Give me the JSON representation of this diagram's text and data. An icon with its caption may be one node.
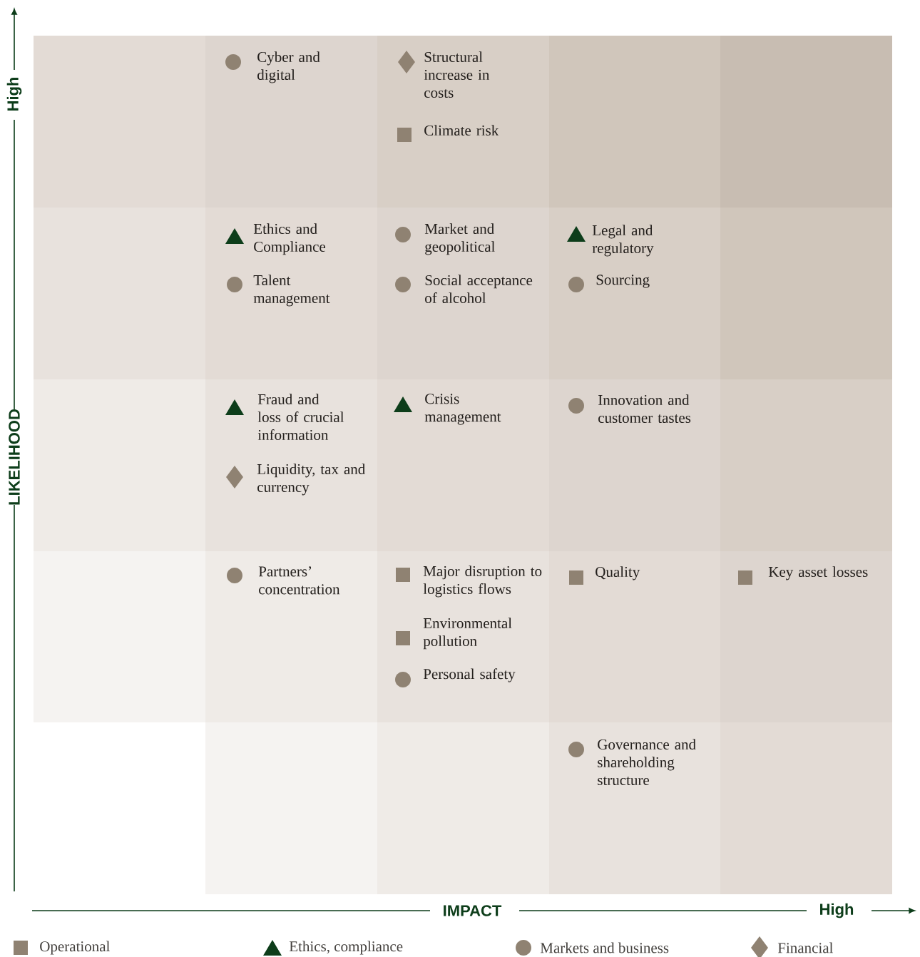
{
  "diagram": {
    "labels": [
      "High",
      "Cyber and digital",
      "Structural increase in costs",
      "Climate risk",
      "Ethics and Compliance",
      "Market and geopolitical",
      "Legal and regulatory",
      "Talent management",
      "Social acceptance of alcohol",
      "Sourcing",
      "LIKELIHOOD",
      "Fraud and loss of crucial information",
      "Crisis management",
      "Innovation and customer tastes",
      "Liquidity, tax and currency",
      "Partners’ concentration",
      "Major disruption to logistics flows",
      "Quality",
      "Key asset losses",
      "Environmental pollution",
      "Personal safety",
      "Governance and shareholding structure",
      "IMPACT",
      "High"
    ],
    "legend": [
      {
        "text": "Operational"
      },
      {
        "text": "Ethics, compliance"
      },
      {
        "text": "Markets and business"
      },
      {
        "text": "Financial"
      }
    ]
  }
}
